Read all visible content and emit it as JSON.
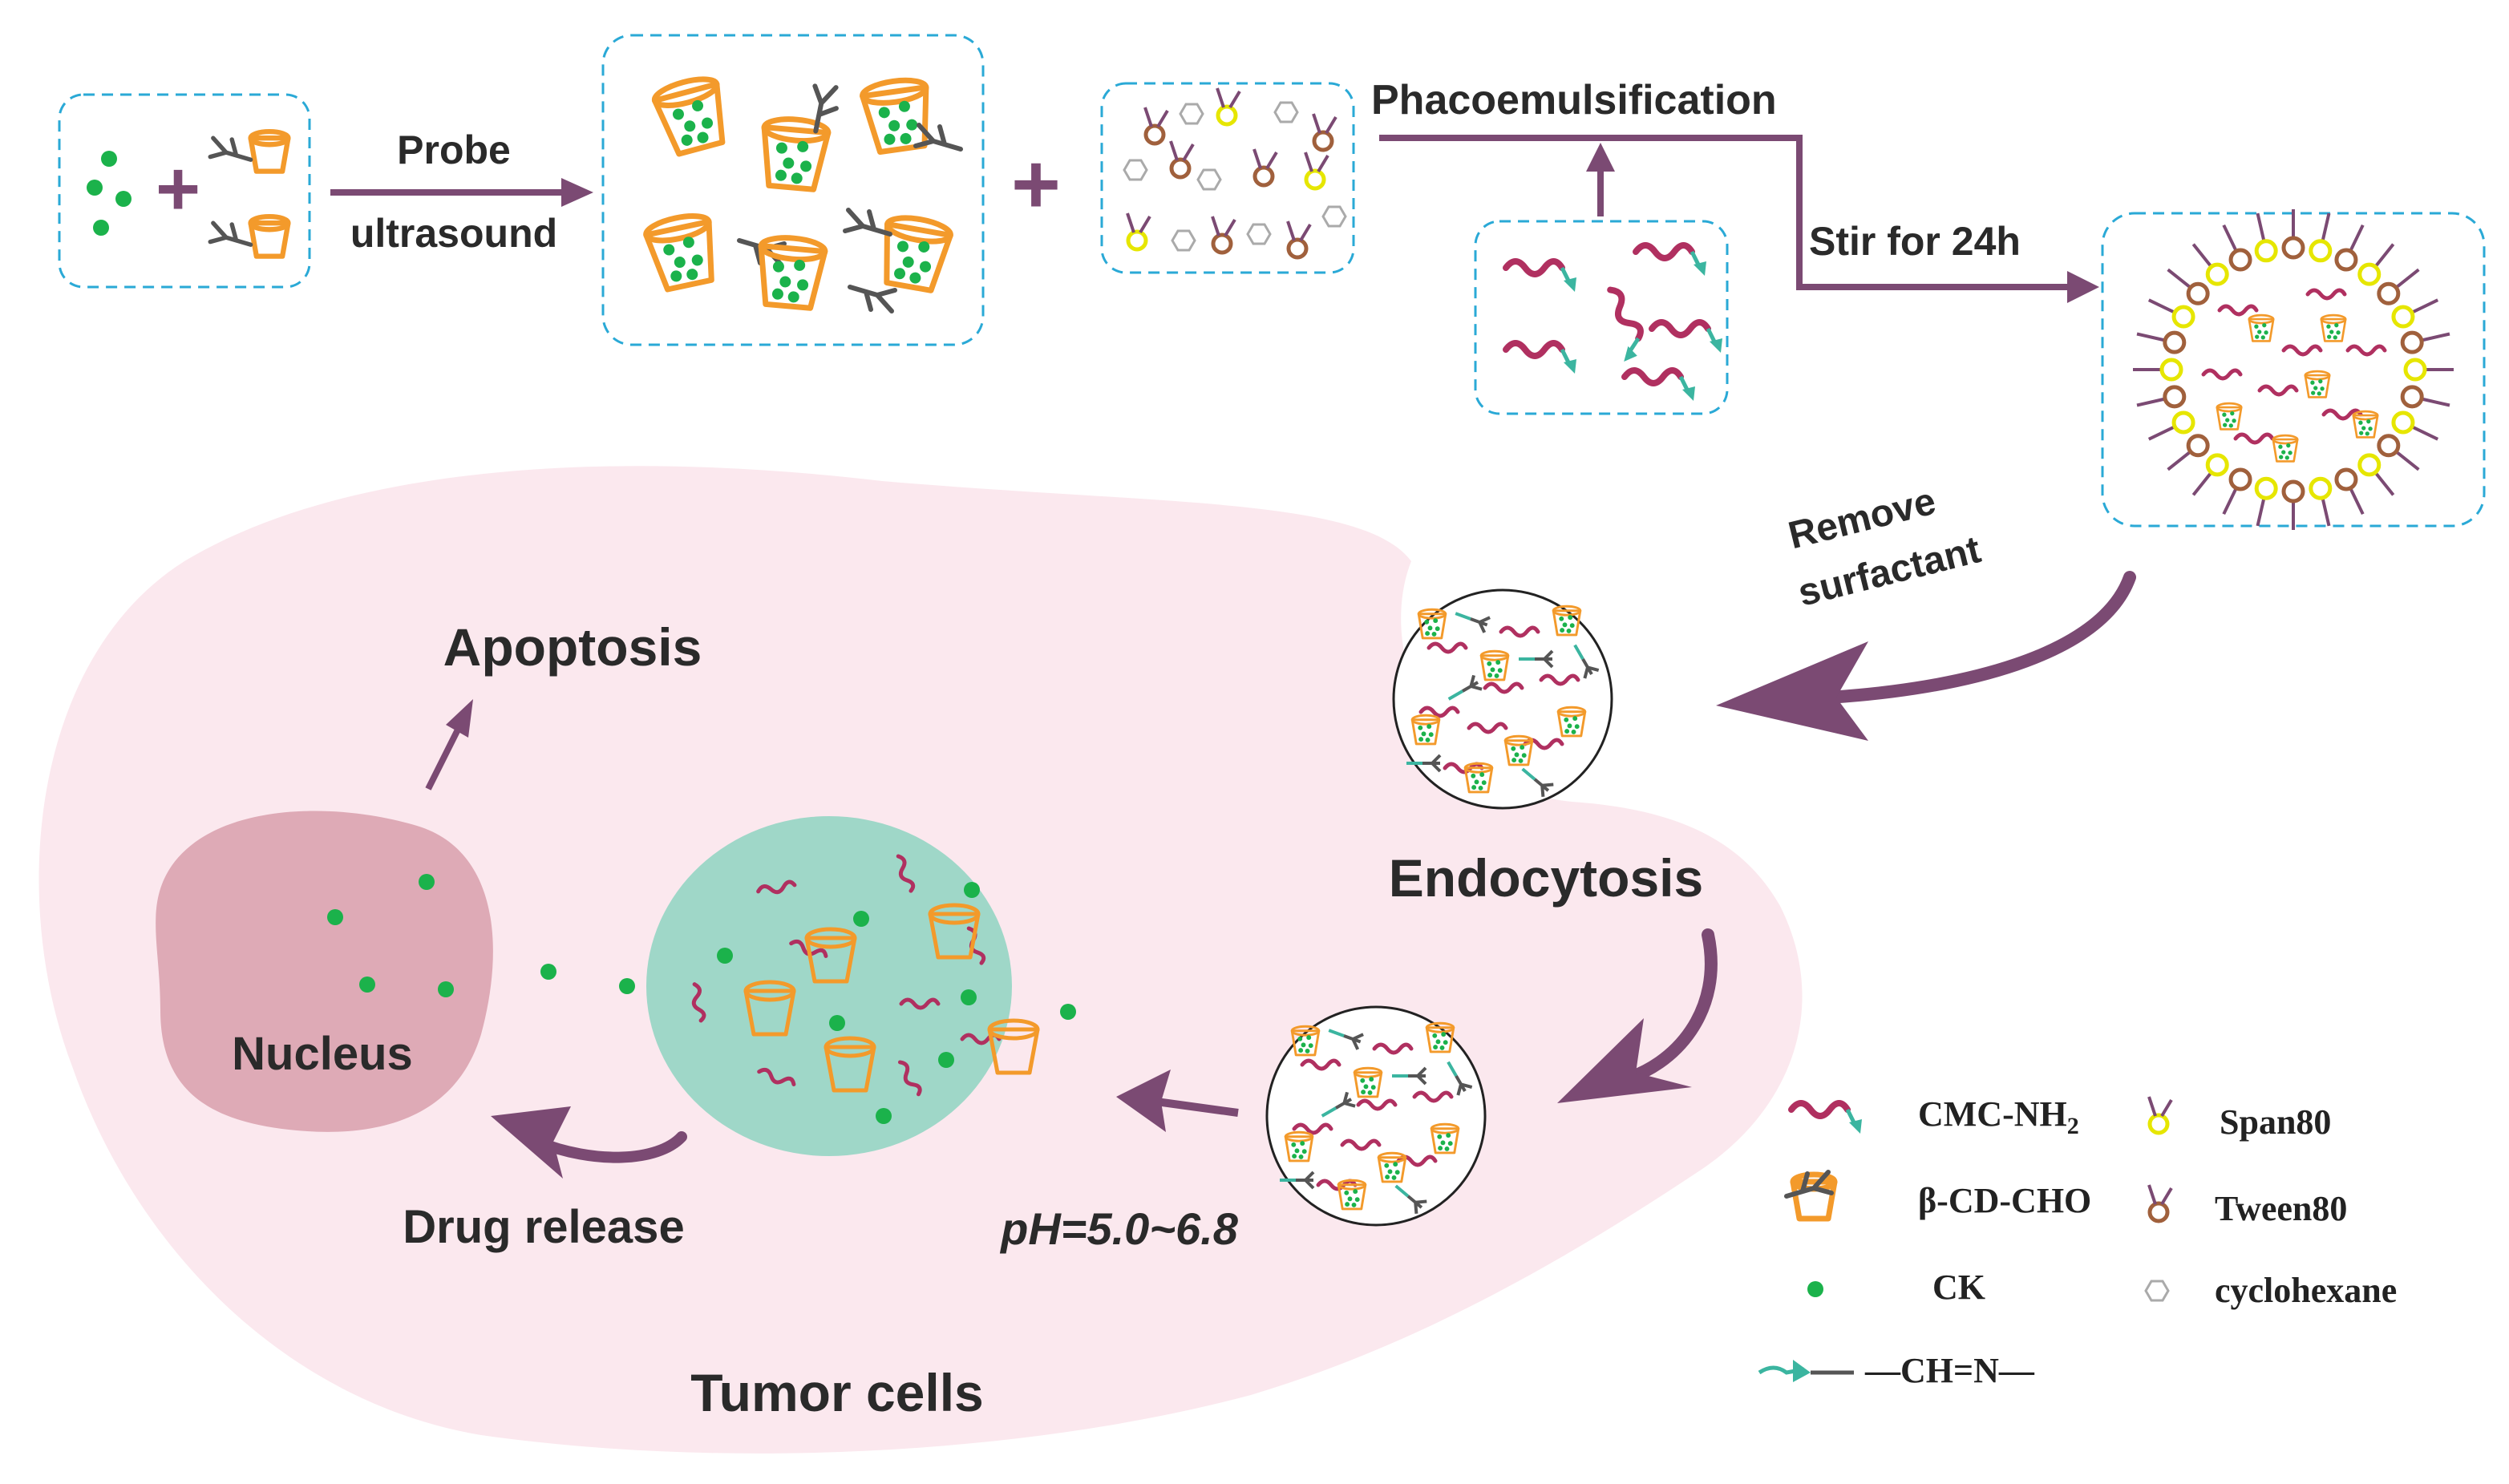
{
  "labels": {
    "probe": "Probe",
    "ultrasound": "ultrasound",
    "phacoemulsification": "Phacoemulsification",
    "stir": "Stir for 24h",
    "remove_line1": "Remove",
    "remove_line2": "surfactant",
    "apoptosis": "Apoptosis",
    "endocytosis": "Endocytosis",
    "nucleus": "Nucleus",
    "drug_release": "Drug release",
    "ph": "pH=5.0~6.8",
    "tumor_cells": "Tumor cells",
    "plus": "+"
  },
  "legend": {
    "cmc_prefix": "CMC-NH",
    "cmc_sub": "2",
    "bcd": "β-CD-CHO",
    "ck": "CK",
    "bond": "—CH=N—",
    "span": "Span80",
    "tween": "Tween80",
    "cyclohexane": "cyclohexane"
  },
  "colors": {
    "arrow": "#7b4a73",
    "box_border": "#2aa9d6",
    "cd_orange": "#f39a2b",
    "ck_green": "#1bb24b",
    "cmc_red": "#b03060",
    "teal": "#3bb5a0",
    "span_yellow": "#e6e600",
    "tween_brown": "#a0603c",
    "cell_pink": "#fbe8ee",
    "nucleus_pink": "#deaab6",
    "vesicle_teal": "#9fd7c8"
  }
}
